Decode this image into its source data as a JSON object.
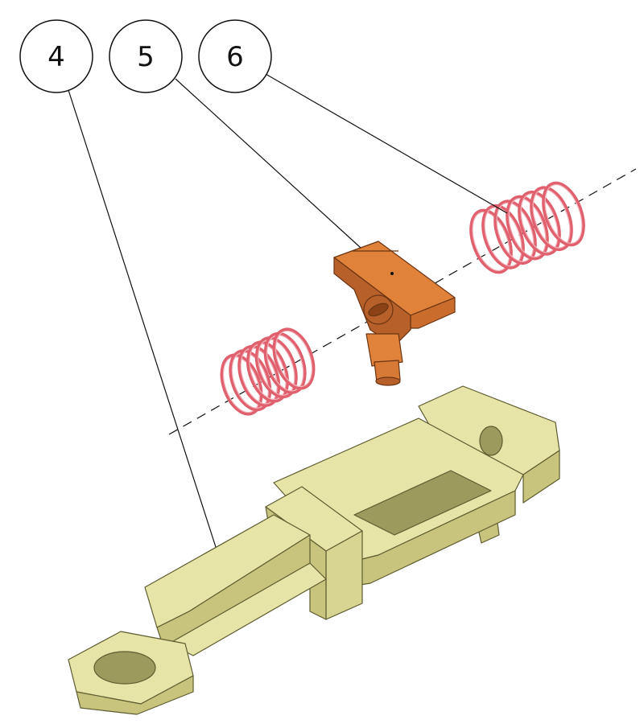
{
  "callouts": [
    {
      "label": "4"
    },
    {
      "label": "5"
    },
    {
      "label": "6"
    }
  ],
  "colors": {
    "slider": "#e6e4a6",
    "slider_shade": "#c8c47e",
    "slider_dark": "#9c9a5c",
    "cam": "#e0823a",
    "cam_shade": "#b8602a",
    "spring": "#e0606e",
    "spring_inner": "#f1b4bc",
    "line": "#111111"
  },
  "parts": [
    "slider-frame",
    "cam-latch",
    "spring-left",
    "spring-right"
  ]
}
